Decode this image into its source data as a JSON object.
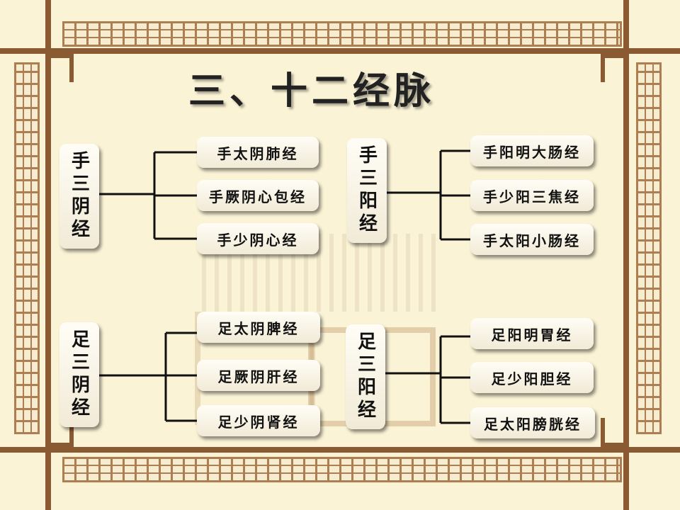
{
  "title": "三、十二经脉",
  "colors": {
    "frame": "#8a5a32",
    "background": "#fbf3d6",
    "box": "#f6f0df",
    "text": "#111111"
  },
  "groups": [
    {
      "label": "手三阴经",
      "items": [
        "手太阴肺经",
        "手厥阴心包经",
        "手少阴心经"
      ]
    },
    {
      "label": "手三阳经",
      "items": [
        "手阳明大肠经",
        "手少阳三焦经",
        "手太阳小肠经"
      ]
    },
    {
      "label": "足三阴经",
      "items": [
        "足太阴脾经",
        "足厥阴肝经",
        "足少阴肾经"
      ]
    },
    {
      "label": "足三阳经",
      "items": [
        "足阳明胃经",
        "足少阳胆经",
        "足太阳膀胱经"
      ]
    }
  ]
}
